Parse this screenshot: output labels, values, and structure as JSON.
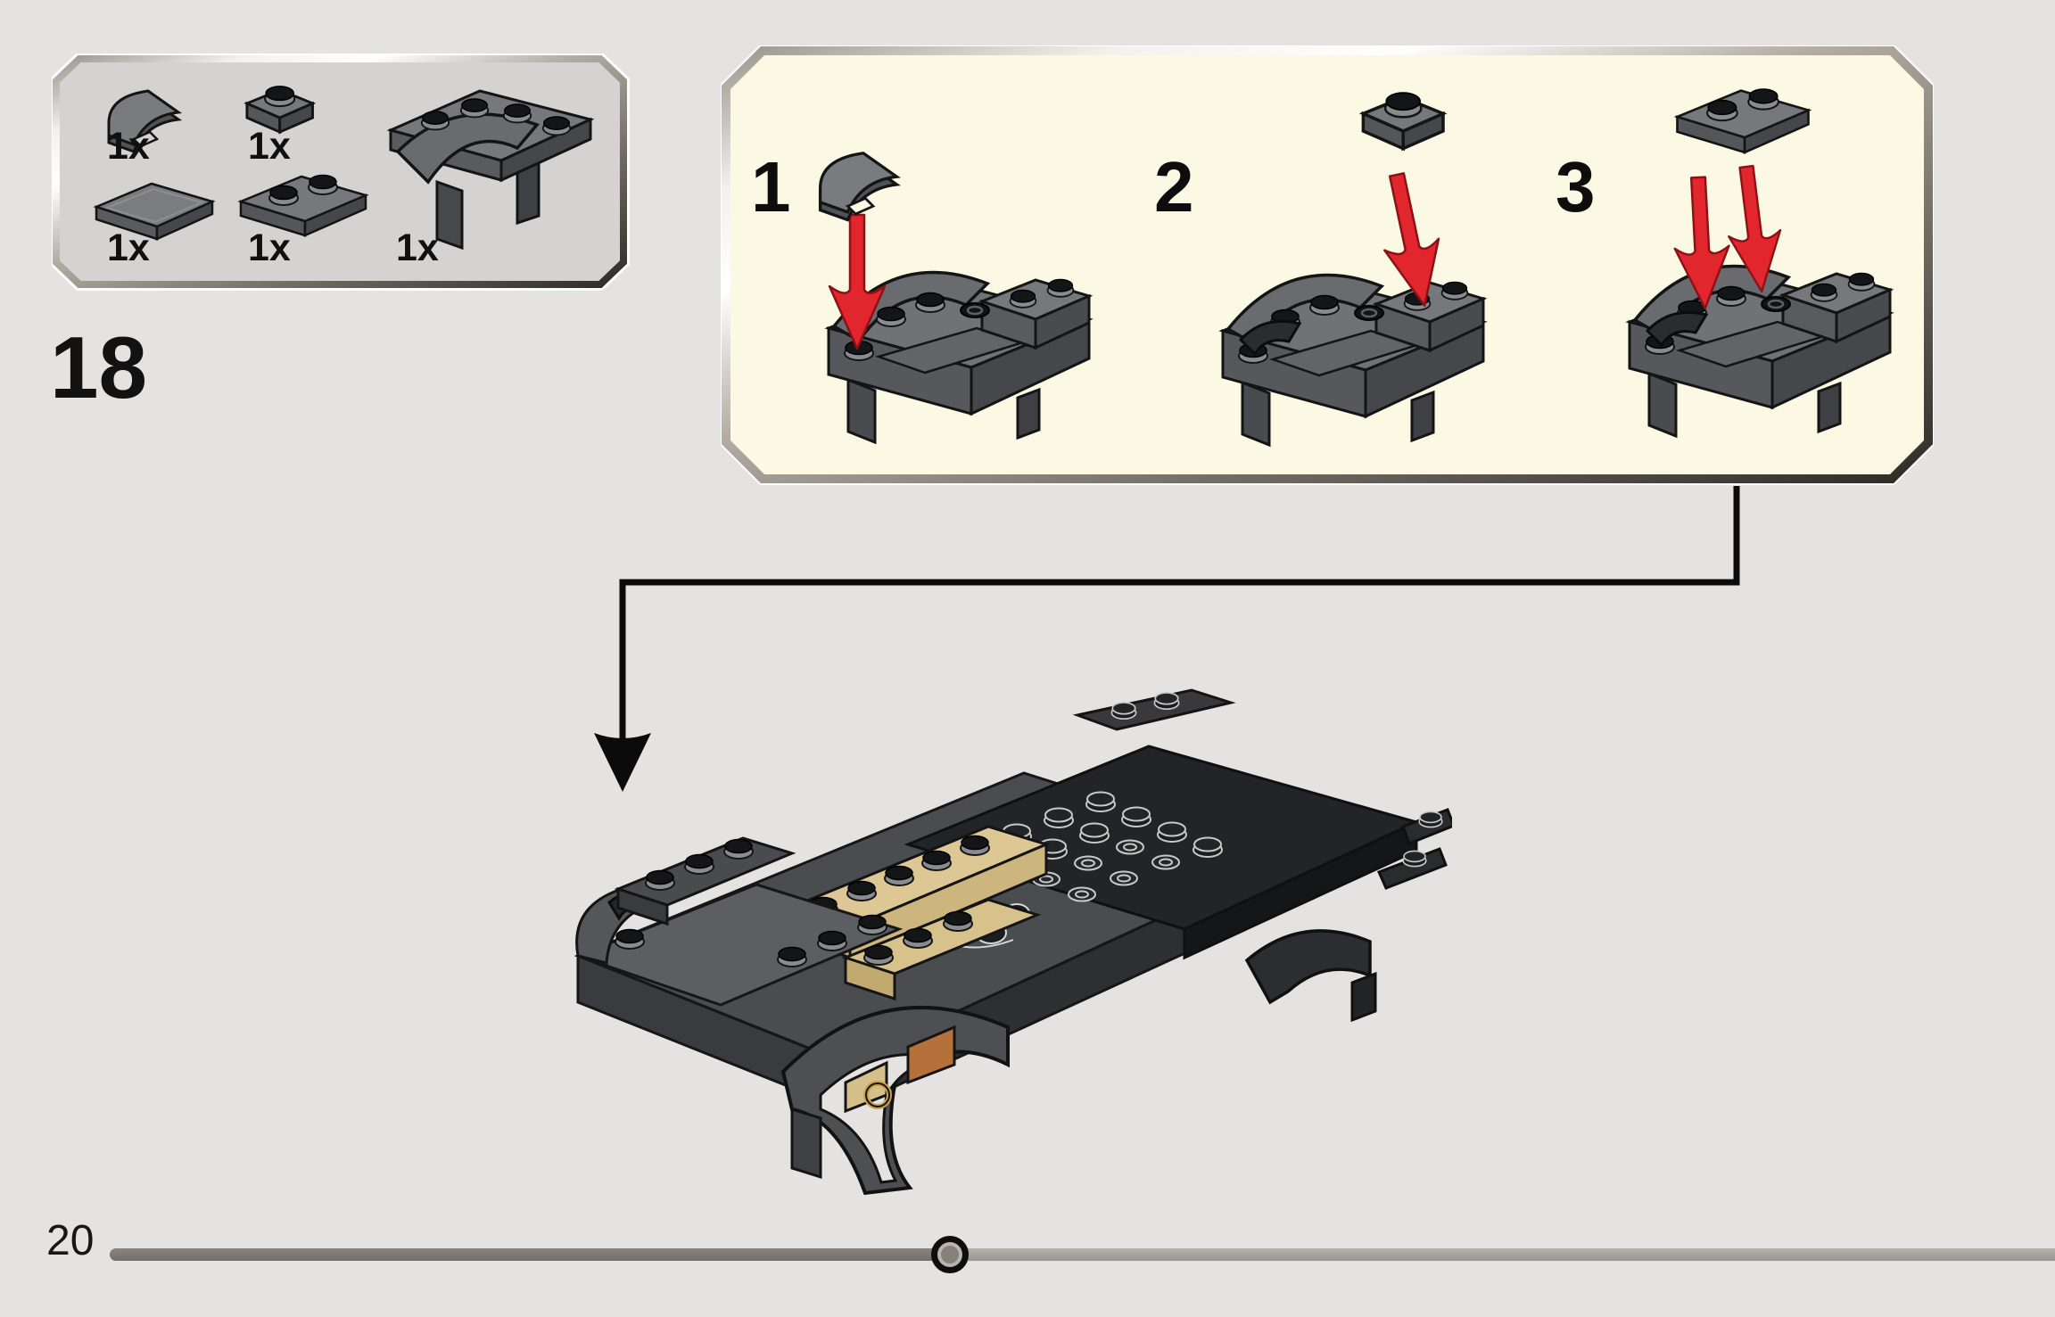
{
  "page": {
    "background_color": "#e4e3e2",
    "step_number": "18",
    "page_number": "20"
  },
  "parts_panel": {
    "items": [
      {
        "qty": "1x",
        "part": "tile-1x1-quarter-round-dark-gray"
      },
      {
        "qty": "1x",
        "part": "plate-1x1-dark-gray"
      },
      {
        "qty": "1x",
        "part": "mudguard-arch-brick-dark-gray"
      },
      {
        "qty": "1x",
        "part": "tile-1x2-dark-gray"
      },
      {
        "qty": "1x",
        "part": "plate-1x2-dark-gray"
      }
    ]
  },
  "callout": {
    "background_color": "#fbf8e3",
    "substeps": [
      {
        "label": "1",
        "adds": "tile-1x1-quarter-round"
      },
      {
        "label": "2",
        "adds": "plate-1x1"
      },
      {
        "label": "3",
        "adds": "plate-1x2"
      }
    ]
  },
  "model": {
    "subject": "car-chassis-assembly",
    "highlight": "arch-subassembly-attached-front-left"
  },
  "colors": {
    "piece_gray_top": "#77787c",
    "piece_gray_side": "#55565a",
    "piece_dark": "#232427",
    "piece_tan": "#ddc795",
    "piece_orange": "#b5713a",
    "piece_gold": "#c9a24b",
    "arrow_red": "#e1262d",
    "connector_black": "#0b0b0b",
    "panel_fill": "#d4d3d2",
    "callout_fill": "#fbf8e3"
  },
  "progress": {
    "fraction": 0.43,
    "track_dark_color": "#7c7570",
    "track_light_color": "#a9a49f"
  }
}
